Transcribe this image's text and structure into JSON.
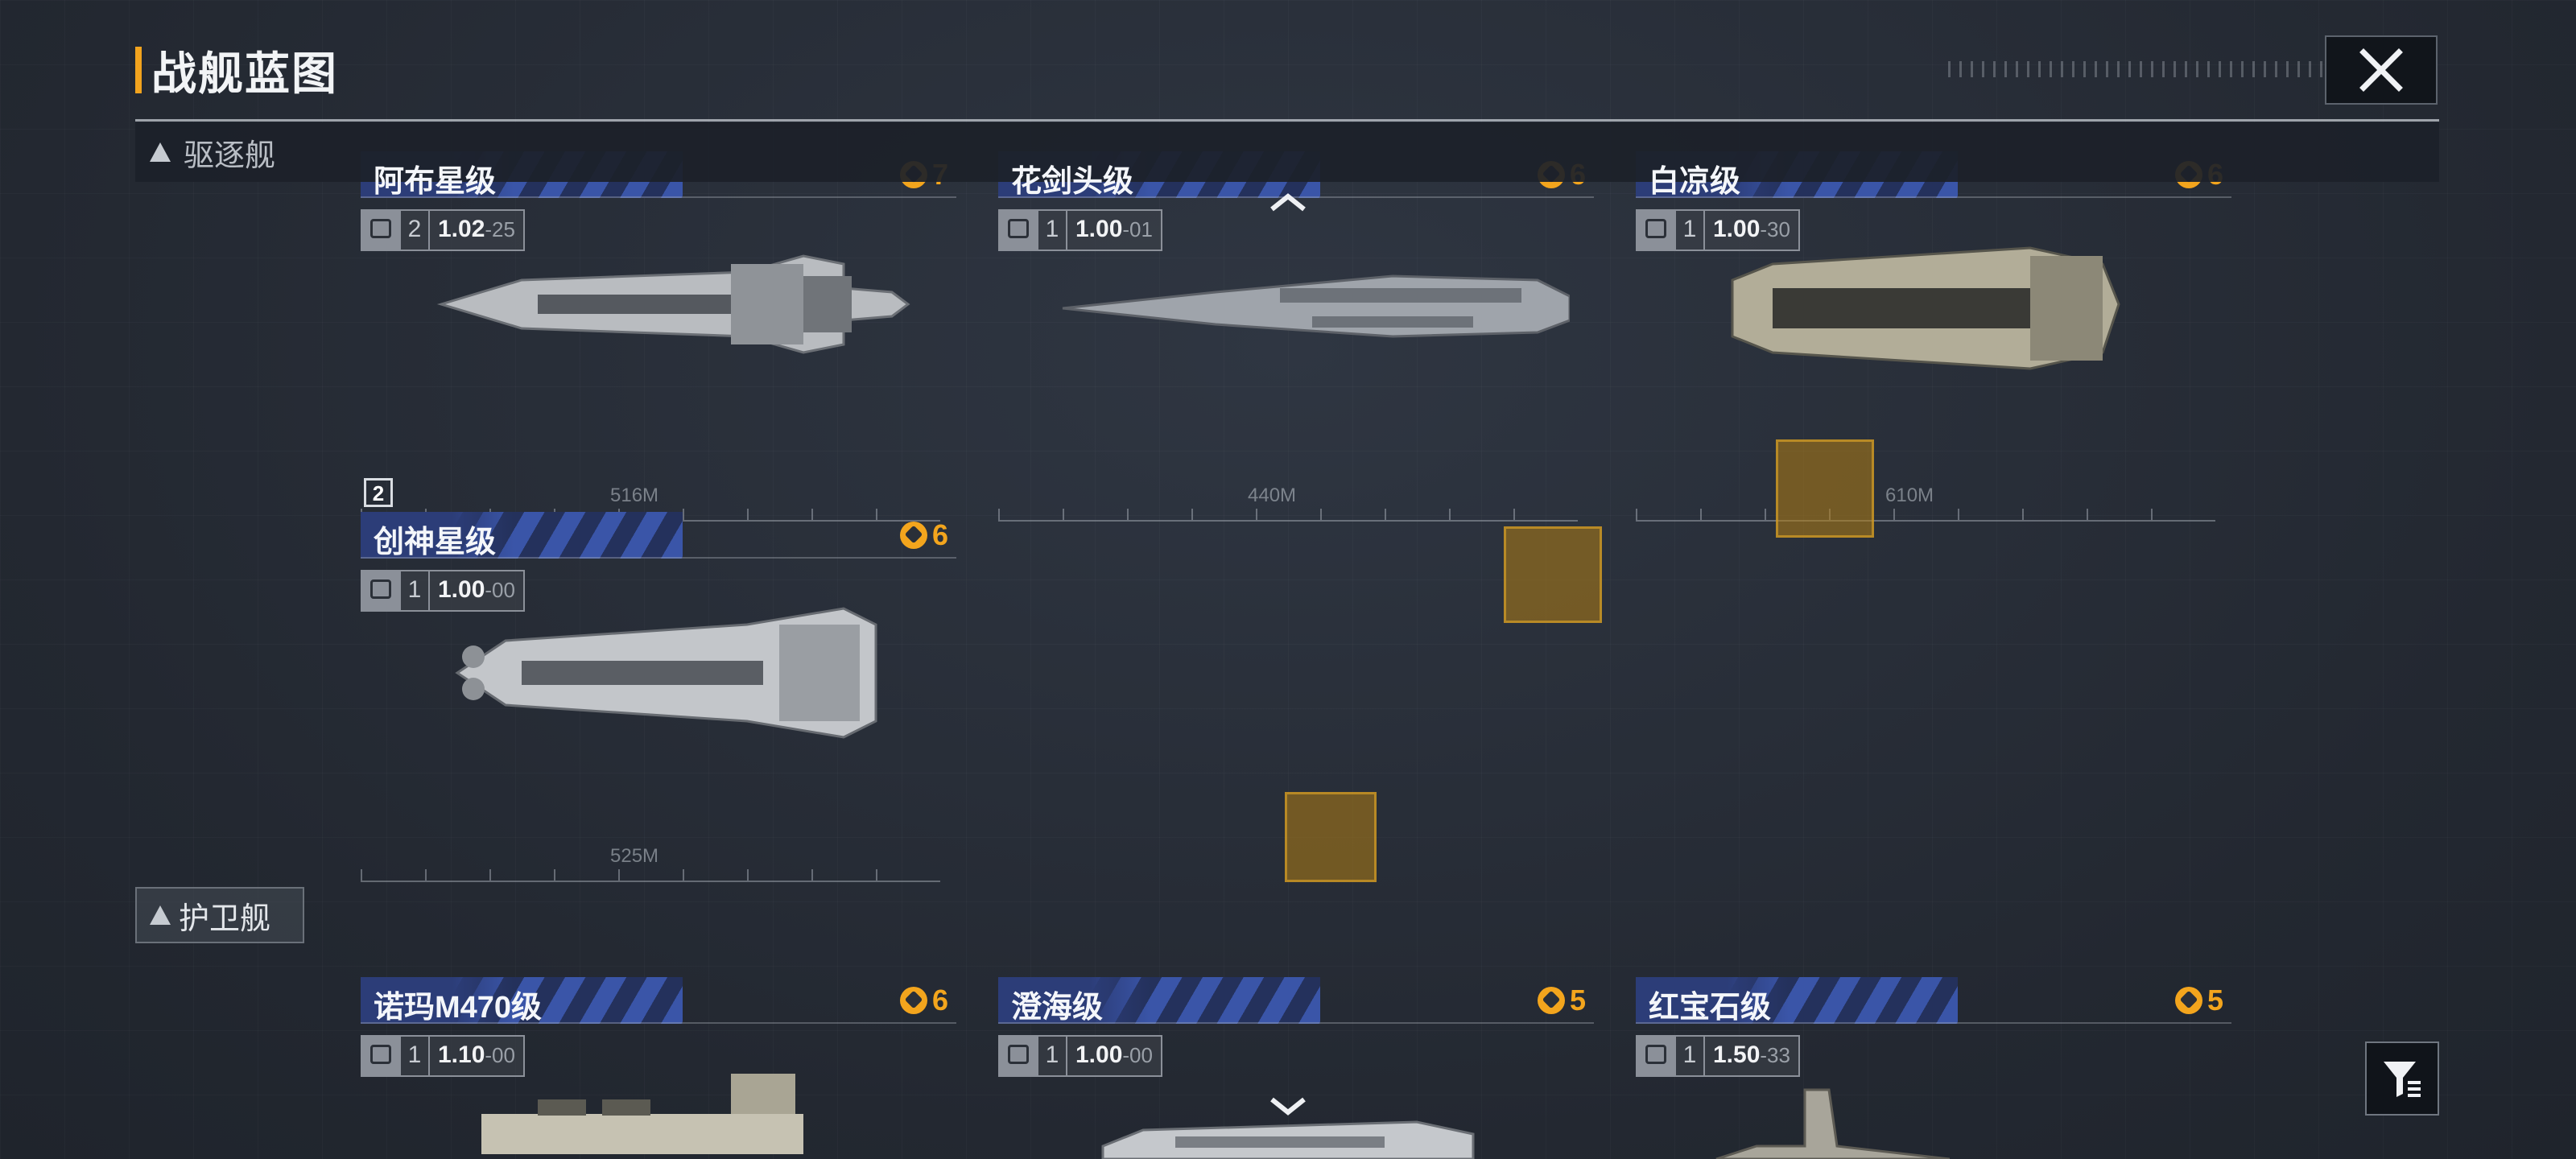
{
  "header": {
    "title": "战舰蓝图"
  },
  "sections": {
    "destroyer_label": "驱逐舰",
    "frigate_label": "护卫舰"
  },
  "cards": [
    {
      "name": "阿布星级",
      "cost": "7",
      "level": "2",
      "stat_main": "1.02",
      "stat_dim": "-25",
      "length": "516M",
      "badge": "2"
    },
    {
      "name": "花剑头级",
      "cost": "6",
      "level": "1",
      "stat_main": "1.00",
      "stat_dim": "-01",
      "length": "440M"
    },
    {
      "name": "白凉级",
      "cost": "6",
      "level": "1",
      "stat_main": "1.00",
      "stat_dim": "-30",
      "length": "610M"
    },
    {
      "name": "创神星级",
      "cost": "6",
      "level": "1",
      "stat_main": "1.00",
      "stat_dim": "-00",
      "length": "525M"
    },
    {
      "name": "诺玛M470级",
      "cost": "6",
      "level": "1",
      "stat_main": "1.10",
      "stat_dim": "-00"
    },
    {
      "name": "澄海级",
      "cost": "5",
      "level": "1",
      "stat_main": "1.00",
      "stat_dim": "-00"
    },
    {
      "name": "红宝石级",
      "cost": "5",
      "level": "1",
      "stat_main": "1.50",
      "stat_dim": "-33"
    }
  ],
  "icons": {
    "close": "close-icon",
    "cost": "credit-icon",
    "filter": "filter-icon",
    "scroll_up": "chevron-up-icon",
    "scroll_down": "chevron-down-icon"
  },
  "colors": {
    "accent": "#f2a31e",
    "cost": "#f3a51d",
    "card_header": "#3a55a8",
    "background": "#262c36"
  }
}
